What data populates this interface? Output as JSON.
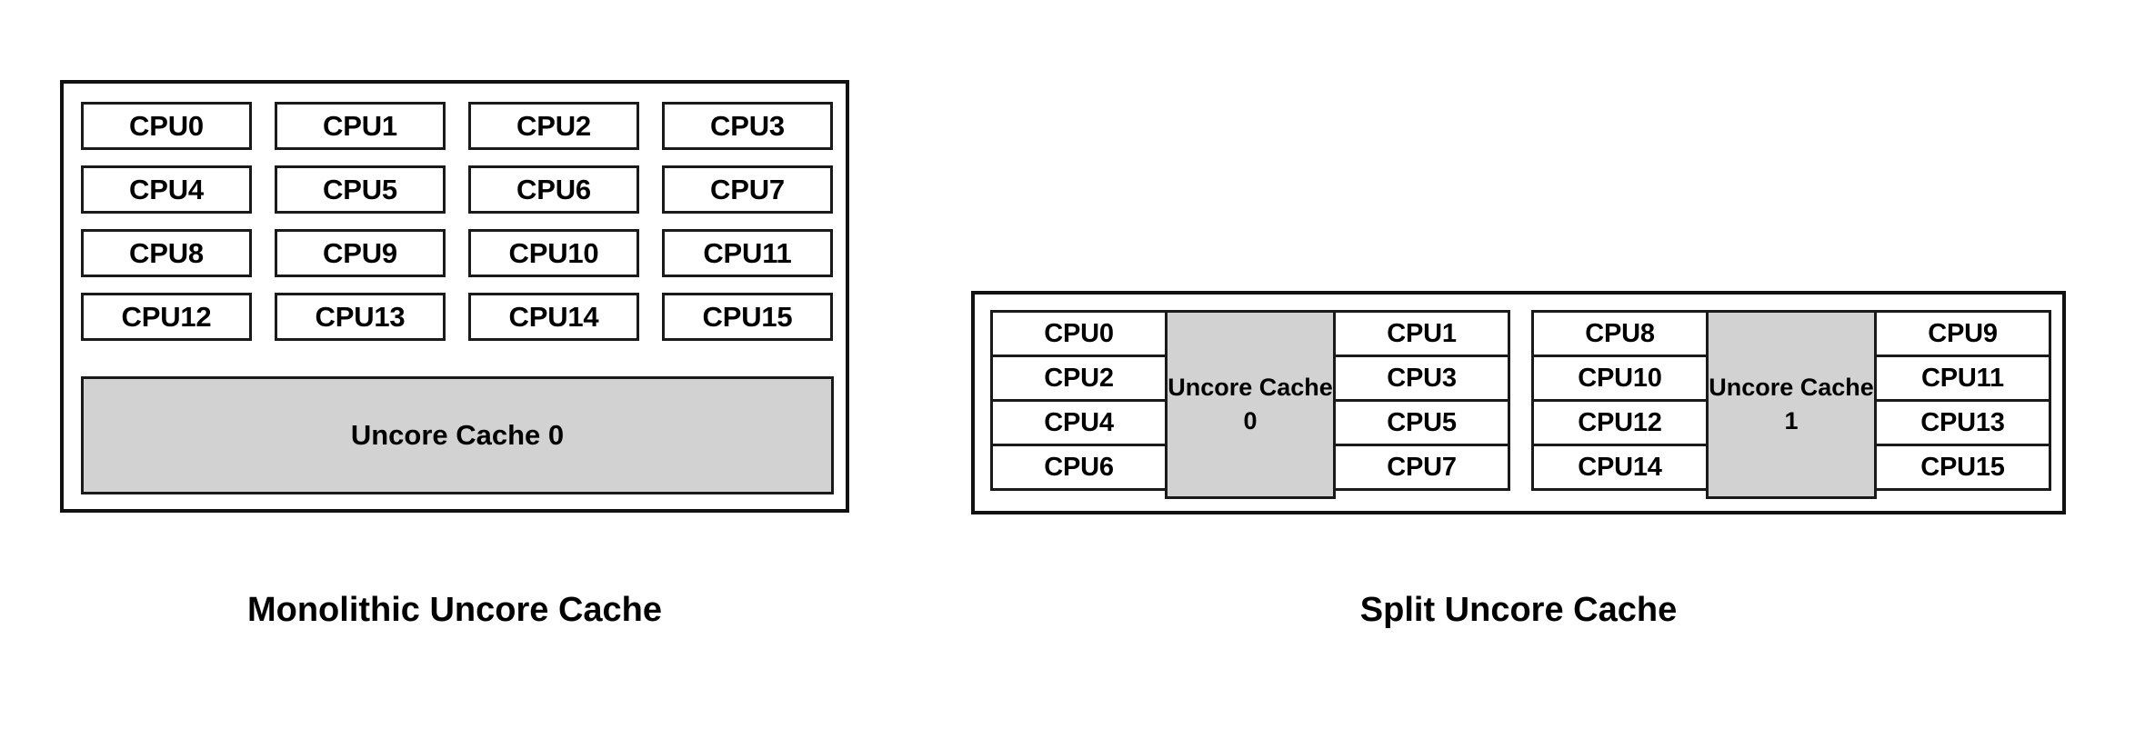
{
  "diagram": {
    "title_alt": "Uncore cache topologies",
    "colors": {
      "cache_fill": "#d2d2d2",
      "box_fill": "#ffffff",
      "border": "#1a1a1a",
      "panel_border": "#111111",
      "background": "#ffffff",
      "text": "#000000"
    }
  },
  "monolithic": {
    "caption": "Monolithic Uncore Cache",
    "cpus": [
      "CPU0",
      "CPU1",
      "CPU2",
      "CPU3",
      "CPU4",
      "CPU5",
      "CPU6",
      "CPU7",
      "CPU8",
      "CPU9",
      "CPU10",
      "CPU11",
      "CPU12",
      "CPU13",
      "CPU14",
      "CPU15"
    ],
    "cache_label": "Uncore Cache 0",
    "grid_columns": 4,
    "grid_rows": 4
  },
  "split": {
    "caption": "Split Uncore Cache",
    "groups": [
      {
        "left_column": [
          "CPU0",
          "CPU2",
          "CPU4",
          "CPU6"
        ],
        "cache_label": "Uncore Cache 0",
        "right_column": [
          "CPU1",
          "CPU3",
          "CPU5",
          "CPU7"
        ]
      },
      {
        "left_column": [
          "CPU8",
          "CPU10",
          "CPU12",
          "CPU14"
        ],
        "cache_label": "Uncore Cache 1",
        "right_column": [
          "CPU9",
          "CPU11",
          "CPU13",
          "CPU15"
        ]
      }
    ]
  }
}
